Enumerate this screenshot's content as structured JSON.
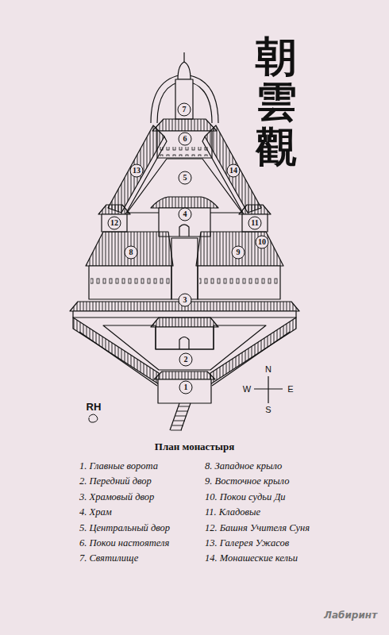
{
  "diagram": {
    "title": "План монастыря",
    "labels": [
      "1",
      "2",
      "3",
      "4",
      "5",
      "6",
      "7",
      "8",
      "9",
      "10",
      "11",
      "12",
      "13",
      "14",
      "朝雲觀",
      "N",
      "W",
      "E",
      "S",
      "RH",
      "1. Главные ворота",
      "2. Передний двор",
      "3. Храмовый двор",
      "4. Храм",
      "5. Центральный двор",
      "6. Покои настоятеля",
      "7. Святилище",
      "8. Западное крыло",
      "9. Восточное крыло",
      "10. Покои судьи Ди",
      "11. Кладовые",
      "12. Башня Учителя Суня",
      "13. Галерея Ужасов",
      "14. Монашеские кельи",
      "Лабиринт"
    ]
  }
}
